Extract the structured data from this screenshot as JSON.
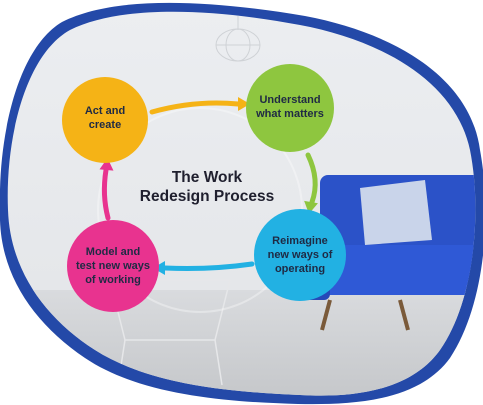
{
  "diagram": {
    "center": {
      "lines": [
        "The Work",
        "Redesign Process"
      ]
    },
    "nodes": [
      {
        "id": "act",
        "lines": [
          "Act and",
          "create"
        ],
        "color": "#f5b316"
      },
      {
        "id": "understand",
        "lines": [
          "Understand",
          "what matters"
        ],
        "color": "#8ec63f"
      },
      {
        "id": "reimagine",
        "lines": [
          "Reimagine",
          "new ways of",
          "operating"
        ],
        "color": "#22b1e3"
      },
      {
        "id": "model",
        "lines": [
          "Model and",
          "test new ways",
          "of working"
        ],
        "color": "#e8338f"
      }
    ],
    "arrows": [
      {
        "from": "act",
        "to": "understand",
        "color": "#f5b316"
      },
      {
        "from": "understand",
        "to": "reimagine",
        "color": "#8ec63f"
      },
      {
        "from": "reimagine",
        "to": "model",
        "color": "#22b1e3"
      },
      {
        "from": "model",
        "to": "act",
        "color": "#e8338f"
      }
    ]
  },
  "frame": {
    "border_color": "#2449a8",
    "background_color": "#e9ebee",
    "sofa_color": "#2b52c8"
  }
}
